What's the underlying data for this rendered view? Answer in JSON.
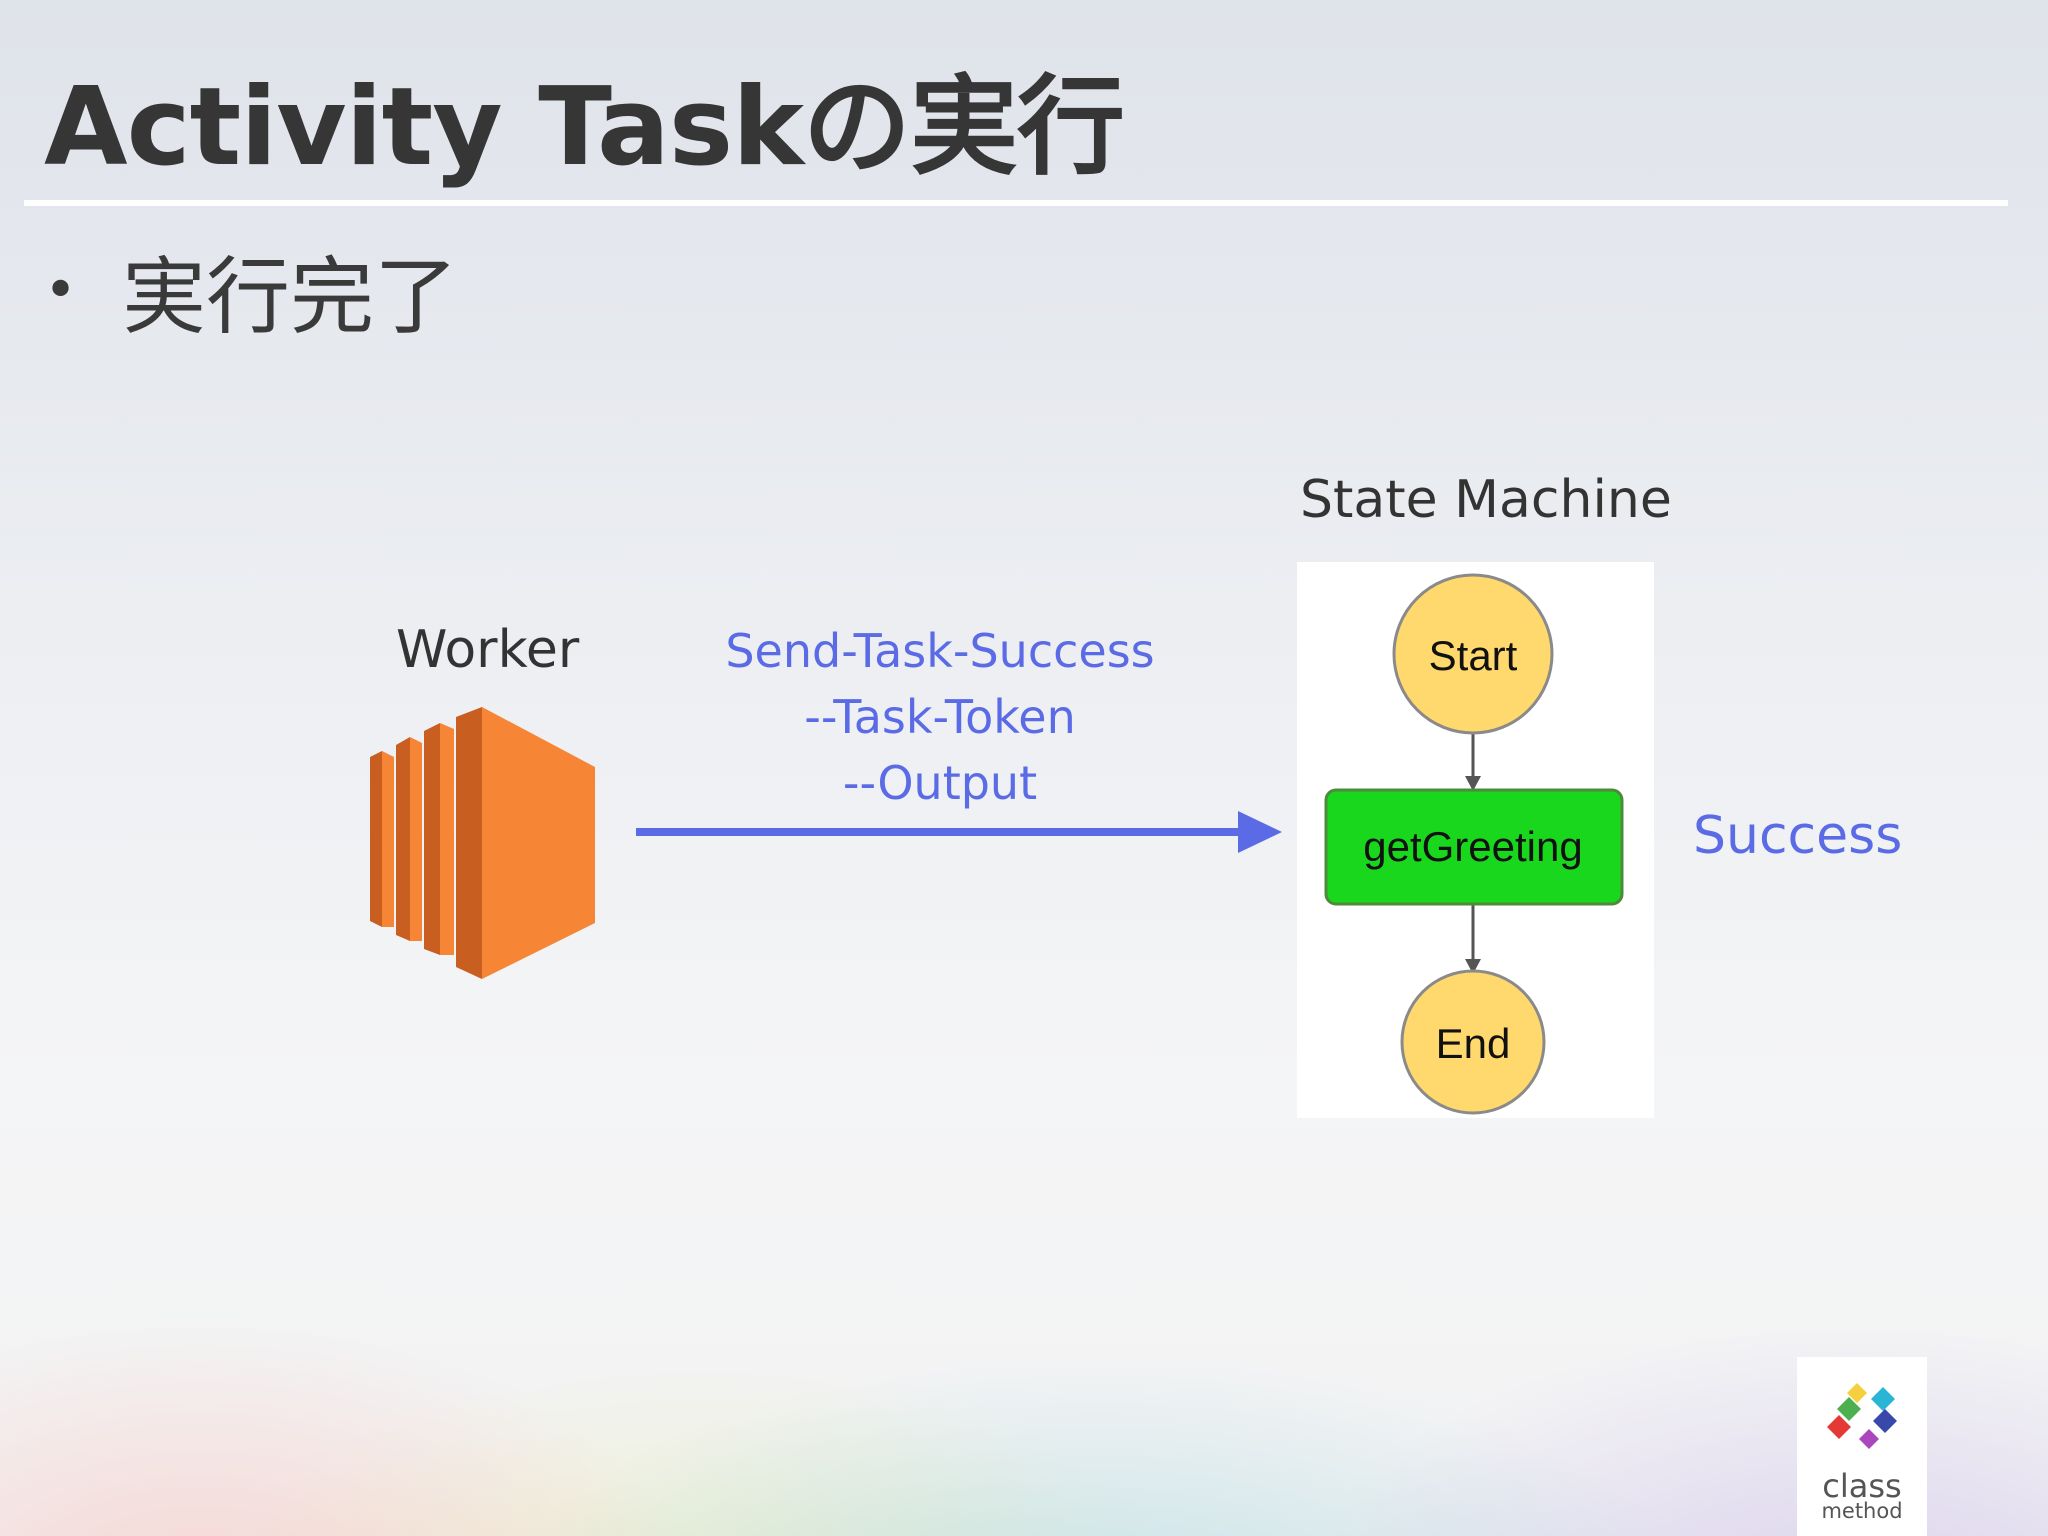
{
  "slide": {
    "title": "Activity Taskの実行",
    "bullet": "実行完了"
  },
  "worker": {
    "label": "Worker",
    "icon": "ec2-instance-icon"
  },
  "command": {
    "lines": [
      "Send-Task-Success",
      "--Task-Token",
      "--Output"
    ]
  },
  "state_machine": {
    "label": "State Machine",
    "nodes": {
      "start": "Start",
      "task": "getGreeting",
      "end": "End"
    }
  },
  "result": "Success",
  "logo": {
    "line1": "class",
    "line2": "method"
  },
  "colors": {
    "accent_blue": "#5b6be6",
    "worker_orange": "#f68536",
    "start_end_yellow": "#ffd86e",
    "task_green": "#19d71c",
    "title_text": "#363636"
  }
}
